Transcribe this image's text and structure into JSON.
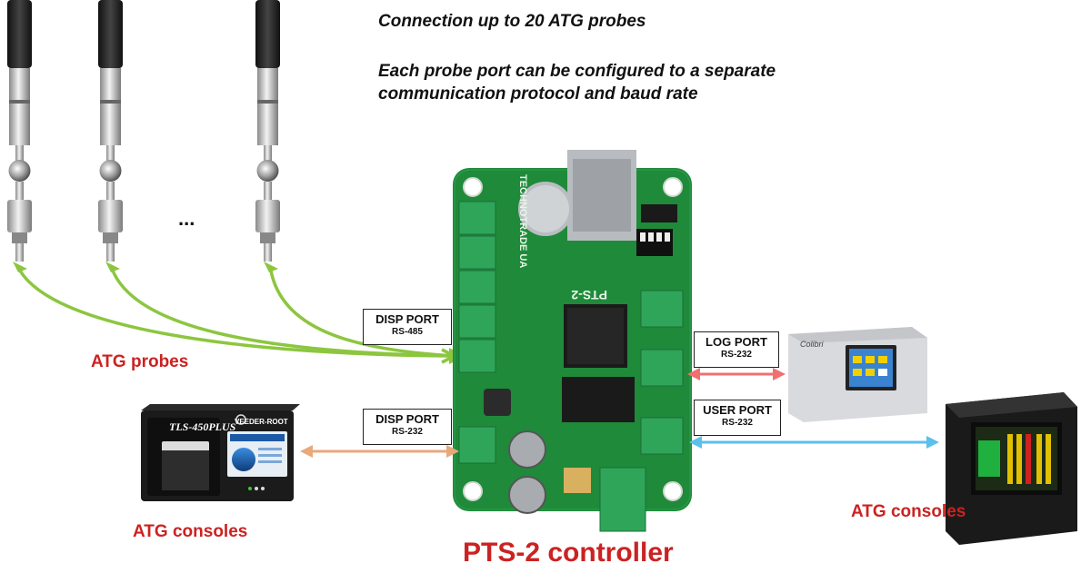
{
  "notes": {
    "line1": "Connection up to 20 ATG probes",
    "line2": "Each probe port can be configured to a separate",
    "line3": "communication protocol and baud rate"
  },
  "ellipsis": "...",
  "ports": {
    "disp_485": {
      "name": "DISP PORT",
      "protocol": "RS-485"
    },
    "disp_232": {
      "name": "DISP PORT",
      "protocol": "RS-232"
    },
    "log": {
      "name": "LOG PORT",
      "protocol": "RS-232"
    },
    "user": {
      "name": "USER PORT",
      "protocol": "RS-232"
    }
  },
  "labels": {
    "atg_probes": "ATG probes",
    "atg_consoles_left": "ATG consoles",
    "atg_consoles_right": "ATG consoles",
    "controller": "PTS-2 controller"
  },
  "device_text": {
    "tls_model": "TLS-450PLUS",
    "tls_brand": "VEEDER-ROOT",
    "colibri_brand": "Colibri",
    "board_brand": "TECHNOTRADE UA",
    "board_model": "PTS-2"
  },
  "colors": {
    "probe_arrow": "#8cc63f",
    "console_arrow_left": "#e8a87c",
    "log_arrow": "#f07070",
    "user_arrow": "#5bc0eb",
    "label_red": "#cc2222",
    "board_green": "#1f8a3a"
  }
}
